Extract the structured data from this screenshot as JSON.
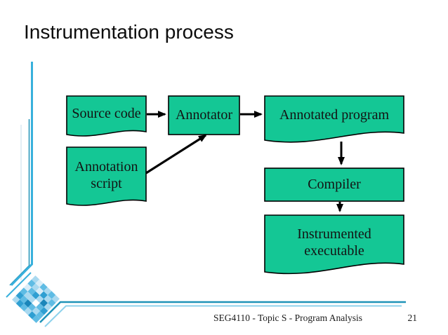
{
  "slide": {
    "title": "Instrumentation process",
    "footer": "SEG4110 - Topic S - Program Analysis",
    "page_number": "21"
  },
  "diagram": {
    "nodes": [
      {
        "id": "source-code",
        "label": "Source code",
        "shape": "document"
      },
      {
        "id": "annotator",
        "label": "Annotator",
        "shape": "rectangle"
      },
      {
        "id": "annotated-program",
        "label": "Annotated program",
        "shape": "document"
      },
      {
        "id": "annotation-script",
        "label": "Annotation script",
        "shape": "document"
      },
      {
        "id": "compiler",
        "label": "Compiler",
        "shape": "rectangle"
      },
      {
        "id": "instrumented-executable",
        "label": "Instrumented executable",
        "shape": "document"
      }
    ],
    "edges": [
      {
        "from": "source-code",
        "to": "annotator"
      },
      {
        "from": "annotator",
        "to": "annotated-program"
      },
      {
        "from": "annotation-script",
        "to": "annotator"
      },
      {
        "from": "annotated-program",
        "to": "compiler"
      },
      {
        "from": "compiler",
        "to": "instrumented-executable"
      }
    ]
  },
  "colors": {
    "box-fill": "#14c795",
    "box-border": "#000000",
    "arrow": "#000000",
    "text": "#131313",
    "accent-line": "#38b0dc",
    "accent-line-dark": "#1f93b8",
    "accent-line-light": "#8ed2ec",
    "accent-line-faint": "#e3eef5"
  },
  "logo": {
    "palette": [
      "#ffffff",
      "#d9edf8",
      "#a9d9f0",
      "#5fbce4",
      "#2f9fd2",
      "#1a86ba"
    ],
    "tiles": [
      [
        2,
        1,
        3,
        2,
        3,
        2
      ],
      [
        3,
        2,
        1,
        4,
        2,
        3
      ],
      [
        1,
        3,
        4,
        2,
        5,
        2
      ],
      [
        3,
        2,
        2,
        0,
        3,
        4
      ],
      [
        4,
        3,
        5,
        3,
        2,
        3
      ],
      [
        2,
        4,
        3,
        2,
        4,
        3
      ]
    ]
  }
}
